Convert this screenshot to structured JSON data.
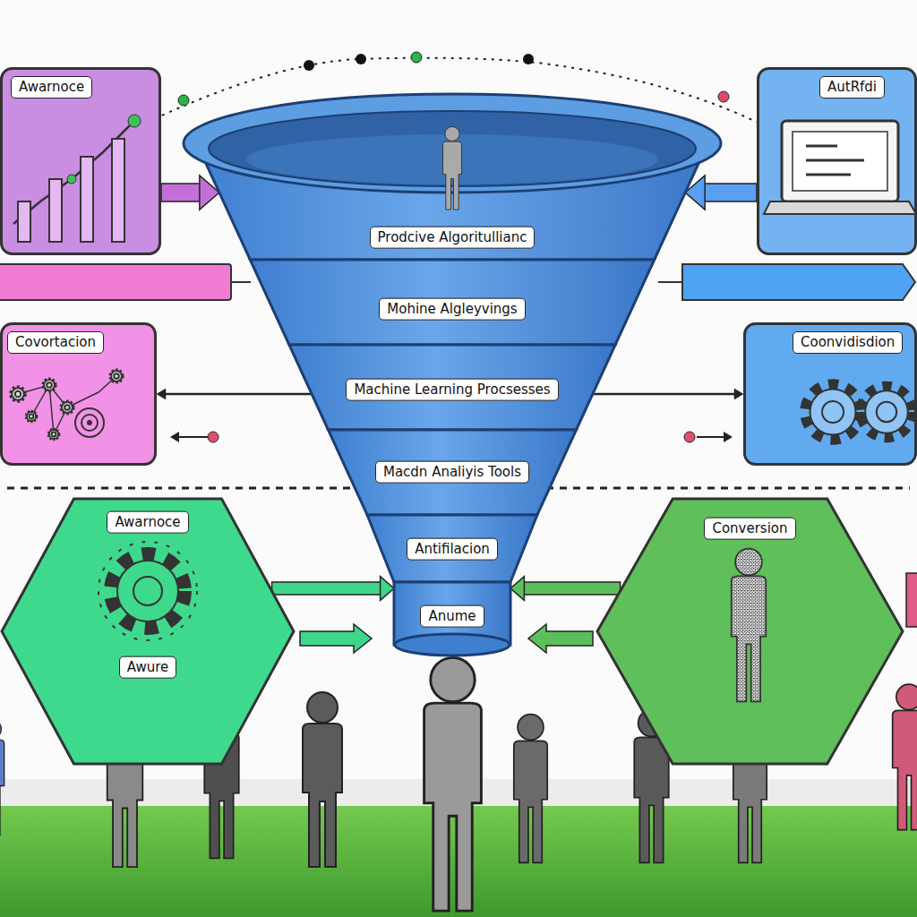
{
  "diagram": {
    "nodes": [
      {
        "text": [
          "Awarnoce"
        ]
      },
      {
        "text": [
          "AutRfdi"
        ]
      },
      {
        "text": [
          "Covortacion"
        ]
      },
      {
        "text": [
          "Coonvidisdion"
        ]
      },
      {
        "text": [
          "Awarnoce",
          "Awure"
        ]
      },
      {
        "text": [
          "Conversion"
        ]
      },
      {
        "text": [
          "Prodcive Algoritullianc"
        ]
      },
      {
        "text": [
          "Mohine Algleyvings"
        ]
      },
      {
        "text": [
          "Machine Learning Procsesses"
        ]
      },
      {
        "text": [
          "Macdn Analiyis Tools"
        ]
      },
      {
        "text": [
          "Antifilacion"
        ]
      },
      {
        "text": [
          "Anume"
        ]
      }
    ],
    "edges": [
      {
        "from": 0,
        "to": 6,
        "arrow": "to"
      },
      {
        "from": 1,
        "to": 6,
        "arrow": "to"
      },
      {
        "from": 8,
        "to": 2,
        "arrow": "to"
      },
      {
        "from": 8,
        "to": 3,
        "arrow": "to"
      },
      {
        "from": 4,
        "to": 11,
        "arrow": "to"
      },
      {
        "from": 5,
        "to": 11,
        "arrow": "to"
      }
    ]
  }
}
